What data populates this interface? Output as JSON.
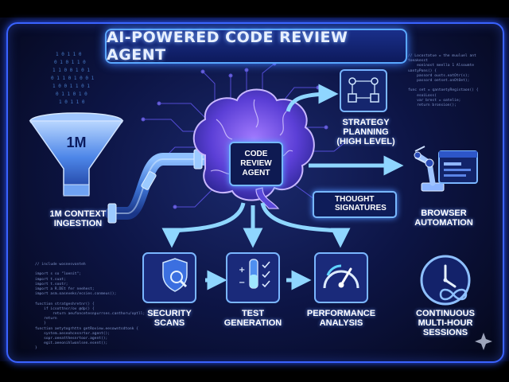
{
  "title": "AI-POWERED CODE REVIEW AGENT",
  "center": {
    "label": "CODE\nREVIEW\nAGENT"
  },
  "funnel": {
    "badge": "1M",
    "label": "1M CONTEXT\nINGESTION"
  },
  "strategy": {
    "label": "STRATEGY\nPLANNING\n(HIGH LEVEL)"
  },
  "thought": {
    "label": "THOUGHT\nSIGNATURES"
  },
  "browser": {
    "label": "BROWSER\nAUTOMATION"
  },
  "steps": [
    {
      "label": "SECURITY\nSCANS"
    },
    {
      "label": "TEST\nGENERATION"
    },
    {
      "label": "PERFORMANCE\nANALYSIS"
    }
  ],
  "sessions": {
    "label": "CONTINUOUS\nMULTI-HOUR\nSESSIONS"
  },
  "code_right": "// Locostatue = the muuluel ant\ntoeakesst\n    eoninost meella 1 Alsoumte\nuantyPons() {\n    passord ousts.eatOtr(s);\n    passord oetset.onOtOet);\n\nfunc set = qantoetyRegistaon() {\n    esoiLoss(\n    var brest = oatelie;\n    return bronsion();",
  "code_left": "// include wosnesvonteh\n\nimport s so \"loenit\";\nimport t.suat;\nimport t.sootr;\nimport a R.DEt fer neehest;\nimport asm.oaseveks/ecsies.conmeus();\n\nfunction stratgeshretnr() {\n    if icsottnsr/ov @dp() {\n        return aeufoncetesnpurrses.canthoru/optll;\n    return\n    }\nfunction aetytogrhttn getRoview.eesowntsdtonk {\n    system.aeseohcesnrtor.agent();\n    sopr.oeeatthesnrtoor.agent();\n    egit.aeeonihlwonlsen.esent();\n}"
}
